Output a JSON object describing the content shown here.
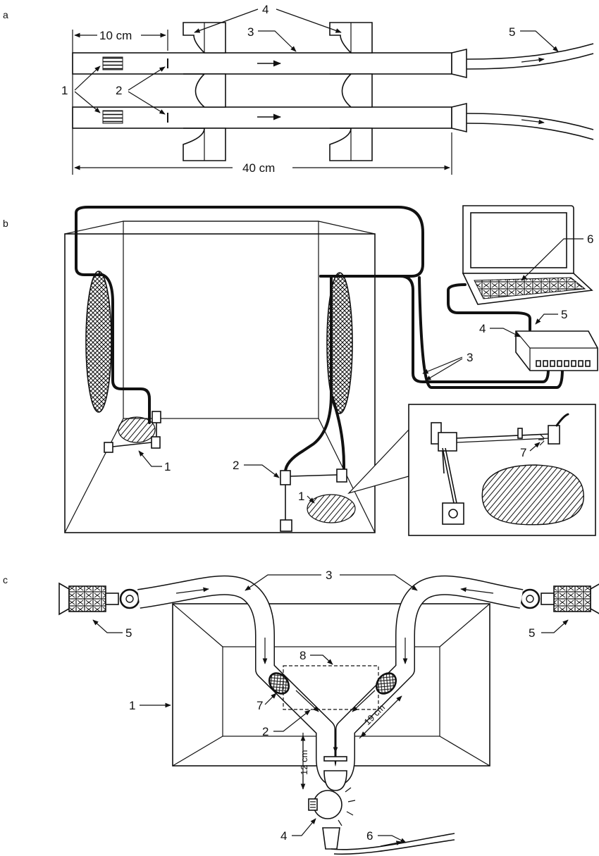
{
  "panels": {
    "a": {
      "letter": "a",
      "labels": [
        "1",
        "2",
        "3",
        "4",
        "5"
      ],
      "dim_short": "10 cm",
      "dim_long": "40 cm"
    },
    "b": {
      "letter": "b",
      "labels": [
        "1",
        "1",
        "2",
        "3",
        "4",
        "5",
        "6",
        "7"
      ]
    },
    "c": {
      "letter": "c",
      "labels": [
        "1",
        "2",
        "3",
        "4",
        "5",
        "5",
        "6",
        "7",
        "8"
      ],
      "dim_vertical": "12 cm",
      "dim_diagonal": "19 cm"
    }
  },
  "colors": {
    "ink": "#111111",
    "paper": "#ffffff"
  }
}
